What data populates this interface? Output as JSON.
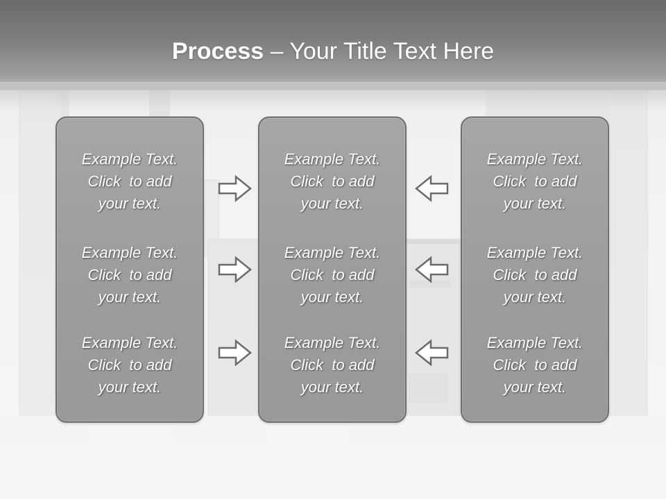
{
  "slide": {
    "title_bold": "Process",
    "title_rest": " – Your Title Text Here"
  },
  "columns": [
    {
      "items": [
        {
          "l1": "Example Text.",
          "l2": "Click  to add",
          "l3": "your text."
        },
        {
          "l1": "Example Text.",
          "l2": "Click  to add",
          "l3": "your text."
        },
        {
          "l1": "Example Text.",
          "l2": "Click  to add",
          "l3": "your text."
        }
      ]
    },
    {
      "items": [
        {
          "l1": "Example Text.",
          "l2": "Click  to add",
          "l3": "your text."
        },
        {
          "l1": "Example Text.",
          "l2": "Click  to add",
          "l3": "your text."
        },
        {
          "l1": "Example Text.",
          "l2": "Click  to add",
          "l3": "your text."
        }
      ]
    },
    {
      "items": [
        {
          "l1": "Example Text.",
          "l2": "Click  to add",
          "l3": "your text."
        },
        {
          "l1": "Example Text.",
          "l2": "Click  to add",
          "l3": "your text."
        },
        {
          "l1": "Example Text.",
          "l2": "Click  to add",
          "l3": "your text."
        }
      ]
    }
  ],
  "arrows": {
    "left_group": "arrow-right-icon",
    "right_group": "arrow-left-icon"
  }
}
